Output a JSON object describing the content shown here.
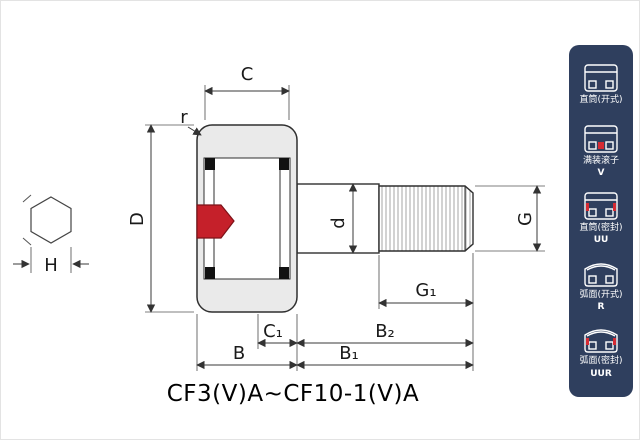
{
  "main": {
    "title": "CF3(V)A~CF10-1(V)A"
  },
  "dims": {
    "C": "C",
    "r": "r",
    "D": "D",
    "H": "H",
    "d": "d",
    "G": "G",
    "G1": "G₁",
    "B2": "B₂",
    "C1": "C₁",
    "B": "B",
    "B1": "B₁"
  },
  "sidebar": {
    "items": [
      {
        "label": "直筒(开式)",
        "code": ""
      },
      {
        "label": "满装滚子",
        "code": "V"
      },
      {
        "label": "直筒(密封)",
        "code": "UU"
      },
      {
        "label": "弧面(开式)",
        "code": "R"
      },
      {
        "label": "弧面(密封)",
        "code": "UUR"
      }
    ]
  },
  "colors": {
    "accent_red": "#c5202a",
    "sidebar_bg": "#2f3f5e",
    "body_gray": "#eaeaea"
  }
}
